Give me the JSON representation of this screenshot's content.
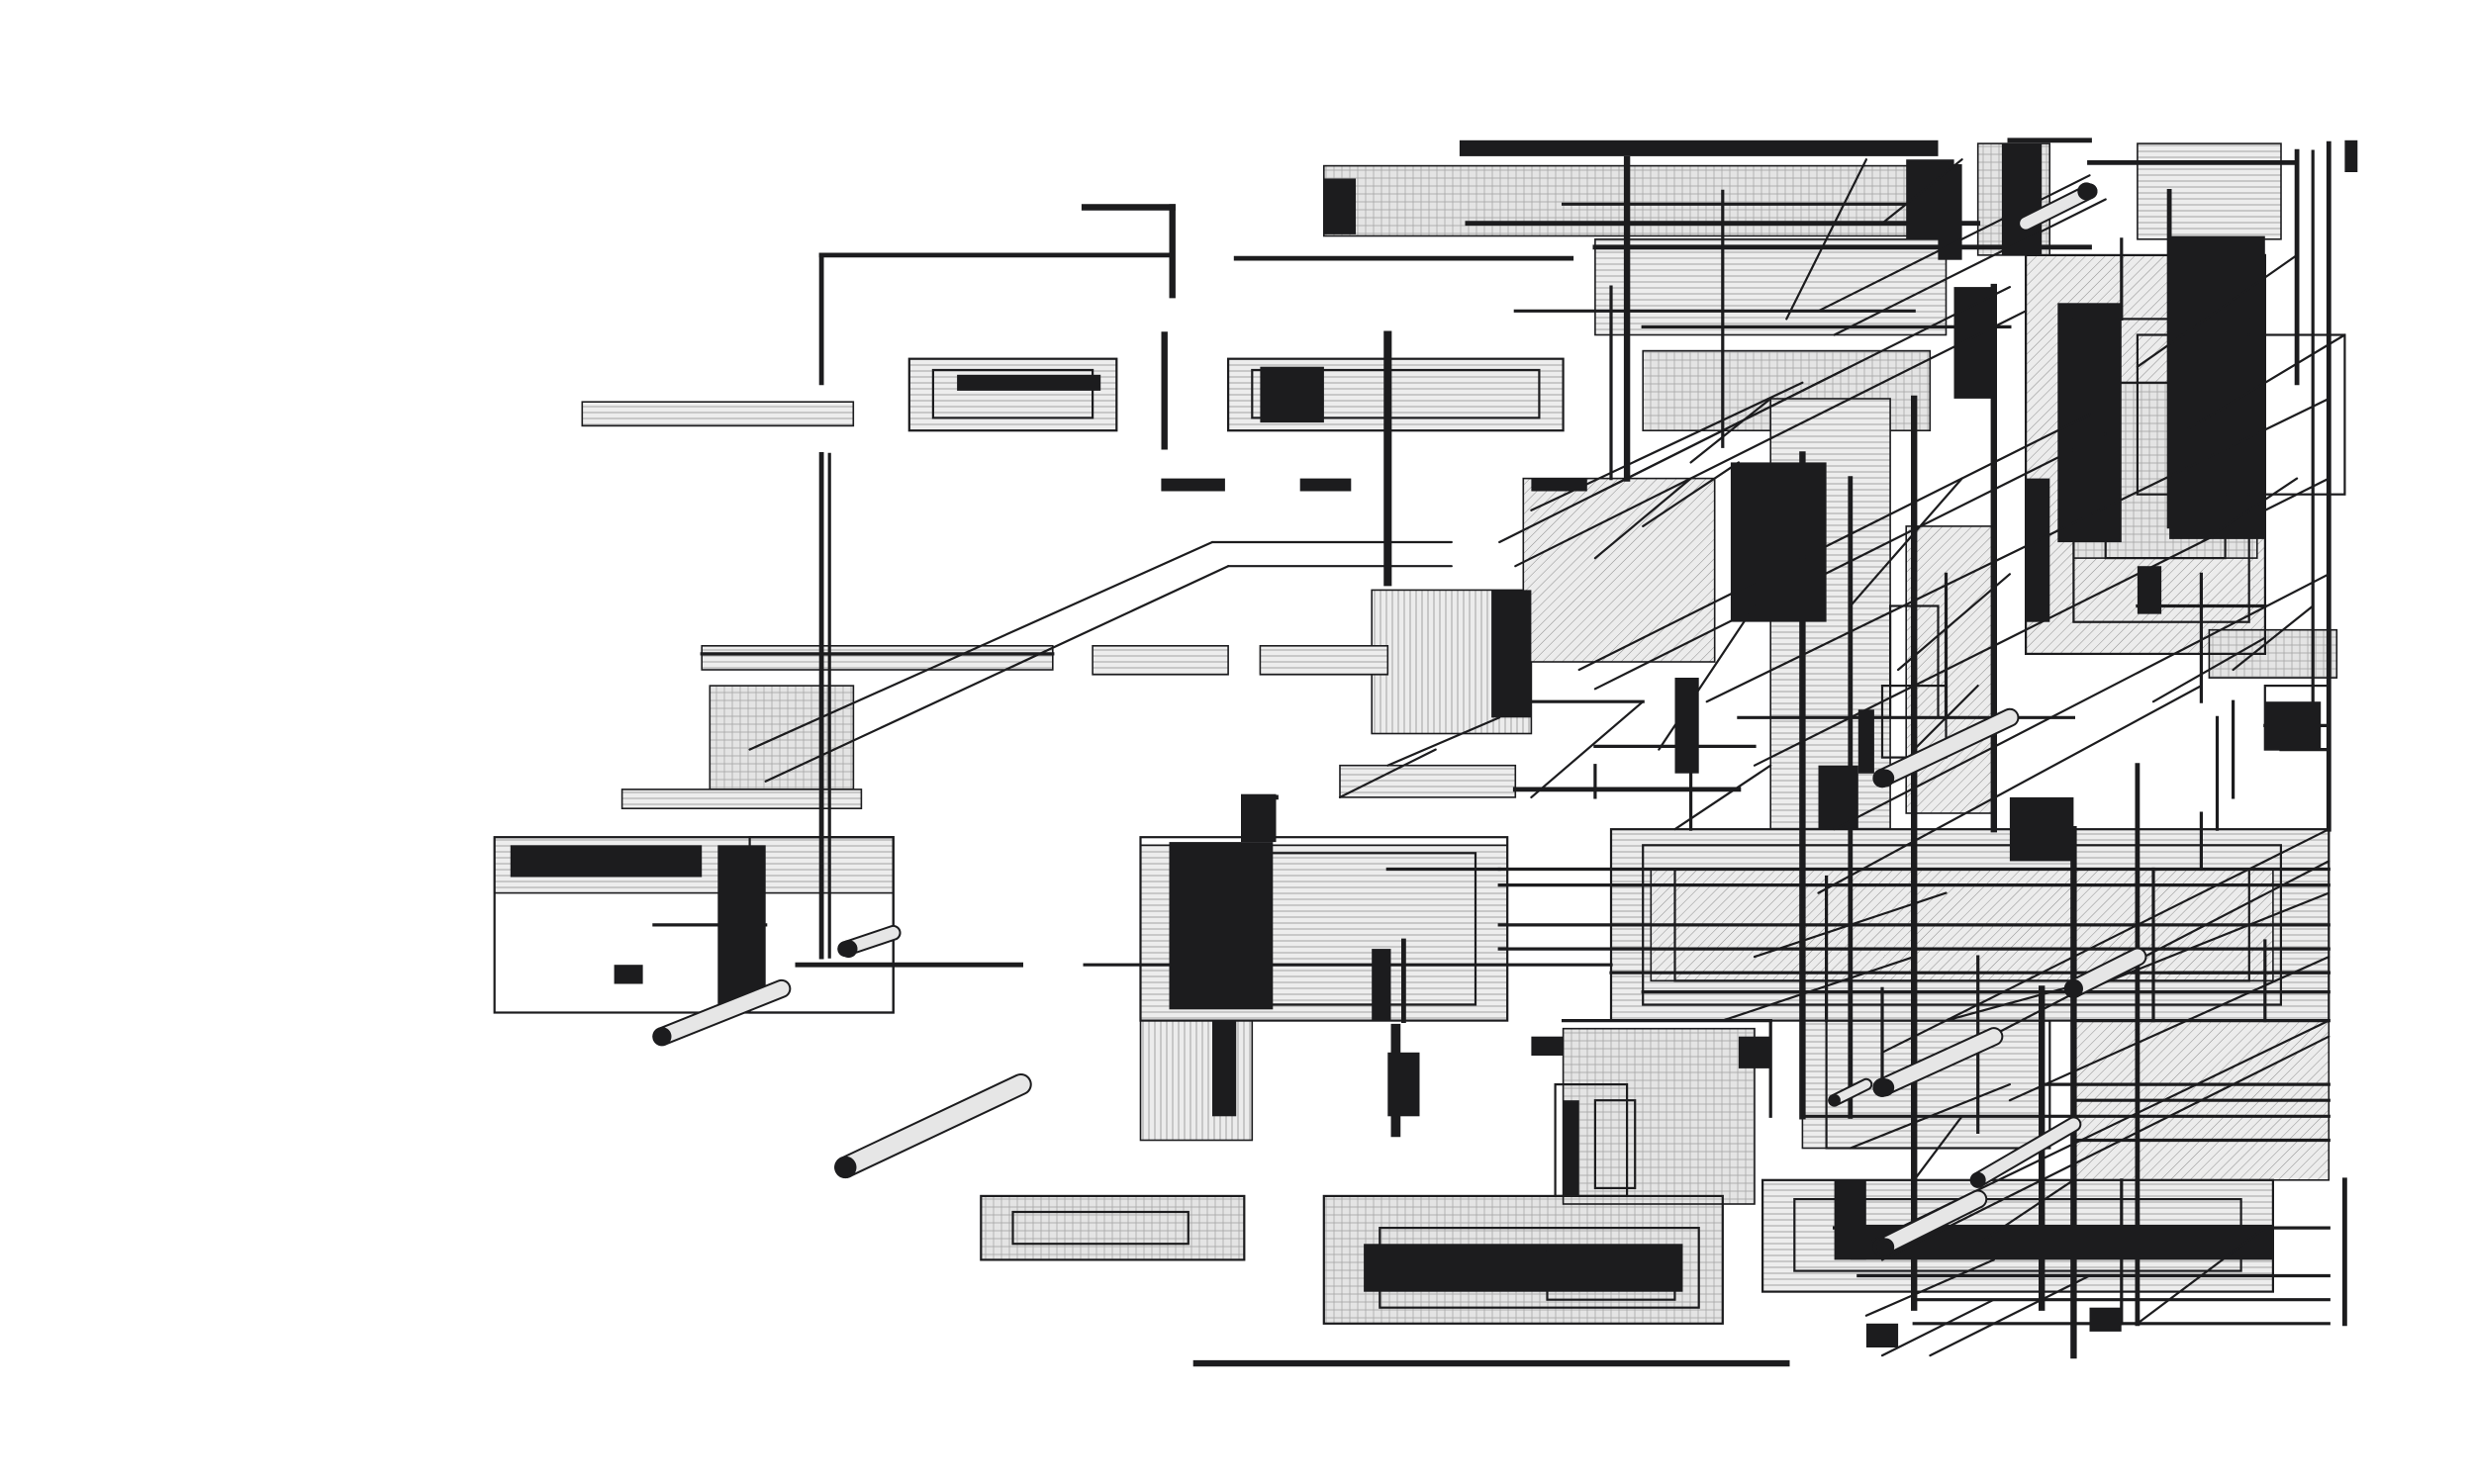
{
  "artwork": {
    "subject": "abstract-isometric-architectural-line-drawing",
    "palette": {
      "background": "#ffffff",
      "ink": "#1c1c1e",
      "hatch": "#8a8a8a",
      "light_face": "#e6e6e6"
    },
    "element_kinds": [
      "beam",
      "frame",
      "rod",
      "tube",
      "solid-face"
    ]
  }
}
